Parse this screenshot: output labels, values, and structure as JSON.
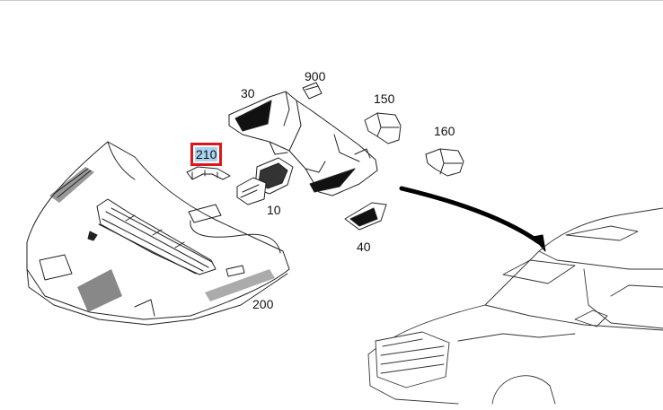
{
  "diagram": {
    "callouts": [
      {
        "id": "900",
        "label": "900"
      },
      {
        "id": "30",
        "label": "30"
      },
      {
        "id": "150",
        "label": "150"
      },
      {
        "id": "160",
        "label": "160"
      },
      {
        "id": "210",
        "label": "210",
        "selected": true
      },
      {
        "id": "10",
        "label": "10"
      },
      {
        "id": "40",
        "label": "40"
      },
      {
        "id": "200",
        "label": "200"
      }
    ],
    "colors": {
      "line": "#222222",
      "selection_outline": "#e0141a",
      "selection_fill": "#a8d4ee"
    }
  }
}
